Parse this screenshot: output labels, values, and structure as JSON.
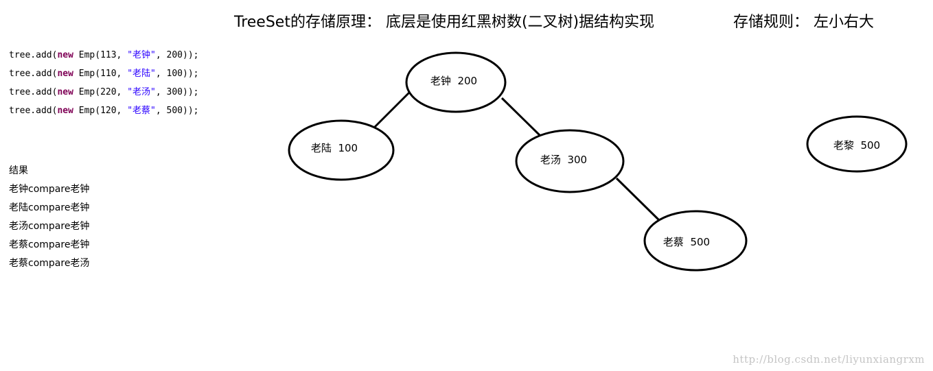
{
  "header": {
    "title": "TreeSet的存储原理： 底层是使用红黑树数(二叉树)据结构实现",
    "rule": "存储规则： 左小右大"
  },
  "code": [
    {
      "prefix": "tree.add(",
      "keyword": "new",
      "mid": " Emp(113, ",
      "string": "\"老钟\"",
      "suffix": ", 200));"
    },
    {
      "prefix": "tree.add(",
      "keyword": "new",
      "mid": " Emp(110, ",
      "string": "\"老陆\"",
      "suffix": ", 100));"
    },
    {
      "prefix": "tree.add(",
      "keyword": "new",
      "mid": " Emp(220, ",
      "string": "\"老汤\"",
      "suffix": ", 300));"
    },
    {
      "prefix": "tree.add(",
      "keyword": "new",
      "mid": " Emp(120, ",
      "string": "\"老蔡\"",
      "suffix": ", 500));"
    }
  ],
  "results": {
    "heading": "结果",
    "lines": [
      "老钟compare老钟",
      "老陆compare老钟",
      "老汤compare老钟",
      "老蔡compare老钟",
      "老蔡compare老汤"
    ]
  },
  "tree": {
    "nodes": [
      {
        "id": "zhong",
        "label": "老钟  200"
      },
      {
        "id": "lu",
        "label": "老陆  100"
      },
      {
        "id": "tang",
        "label": "老汤  300"
      },
      {
        "id": "cai",
        "label": "老蔡  500"
      },
      {
        "id": "li",
        "label": "老黎  500"
      }
    ]
  },
  "watermark": "http://blog.csdn.net/liyunxiangrxm"
}
